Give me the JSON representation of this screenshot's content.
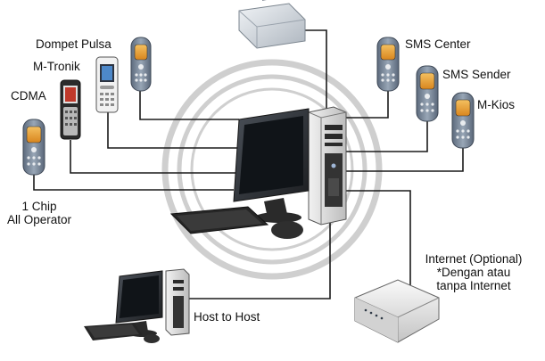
{
  "labels": {
    "dompet_pulsa": "Dompet Pulsa",
    "m_tronik": "M-Tronik",
    "cdma": "CDMA",
    "one_chip_line1": "1 Chip",
    "one_chip_line2": "All Operator",
    "sms_center": "SMS Center",
    "sms_sender": "SMS Sender",
    "m_kios": "M-Kios",
    "internet_line1": "Internet (Optional)",
    "internet_line2": "*Dengan atau",
    "internet_line3": "tanpa Internet",
    "host_to_host": "Host to Host"
  },
  "colors": {
    "line": "#1a1a1a",
    "ring": "#c9c9c9",
    "phone_body": "#7c8a9c",
    "phone_screen": "#e8a23a",
    "monitor": "#2c2f33",
    "tower": "#d9d9d9",
    "router": "#e6e6e6"
  }
}
